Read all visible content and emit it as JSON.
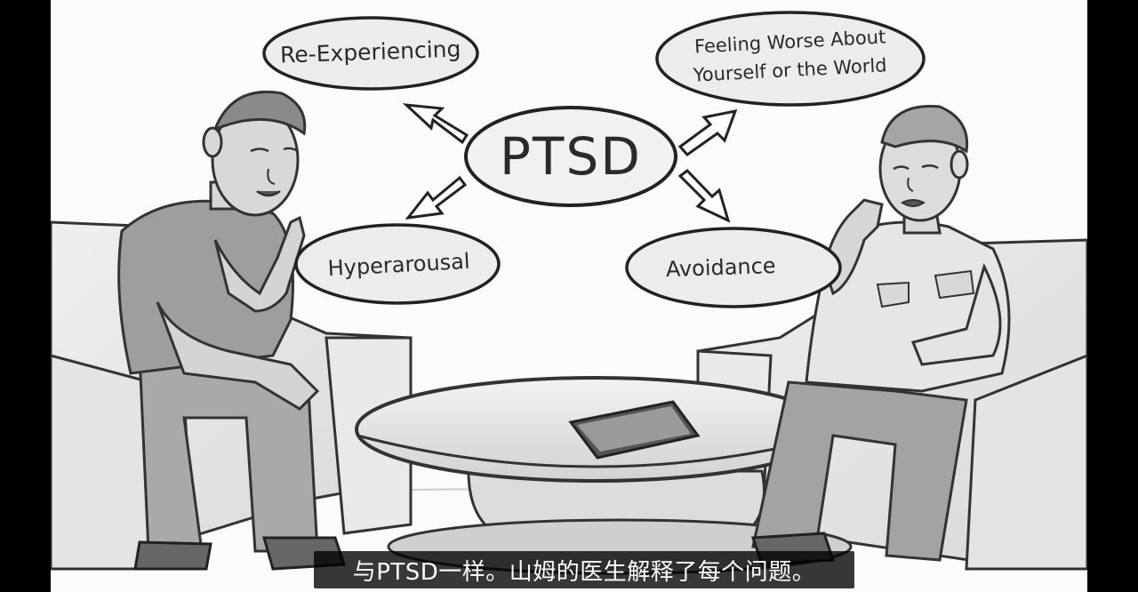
{
  "diagram": {
    "center": "PTSD",
    "nodes": {
      "top_left": "Re-Experiencing",
      "top_right_line1": "Feeling Worse About",
      "top_right_line2": "Yourself or the World",
      "bottom_left": "Hyperarousal",
      "bottom_right": "Avoidance"
    }
  },
  "subtitle": "与PTSD一样。山姆的医生解释了每个问题。"
}
